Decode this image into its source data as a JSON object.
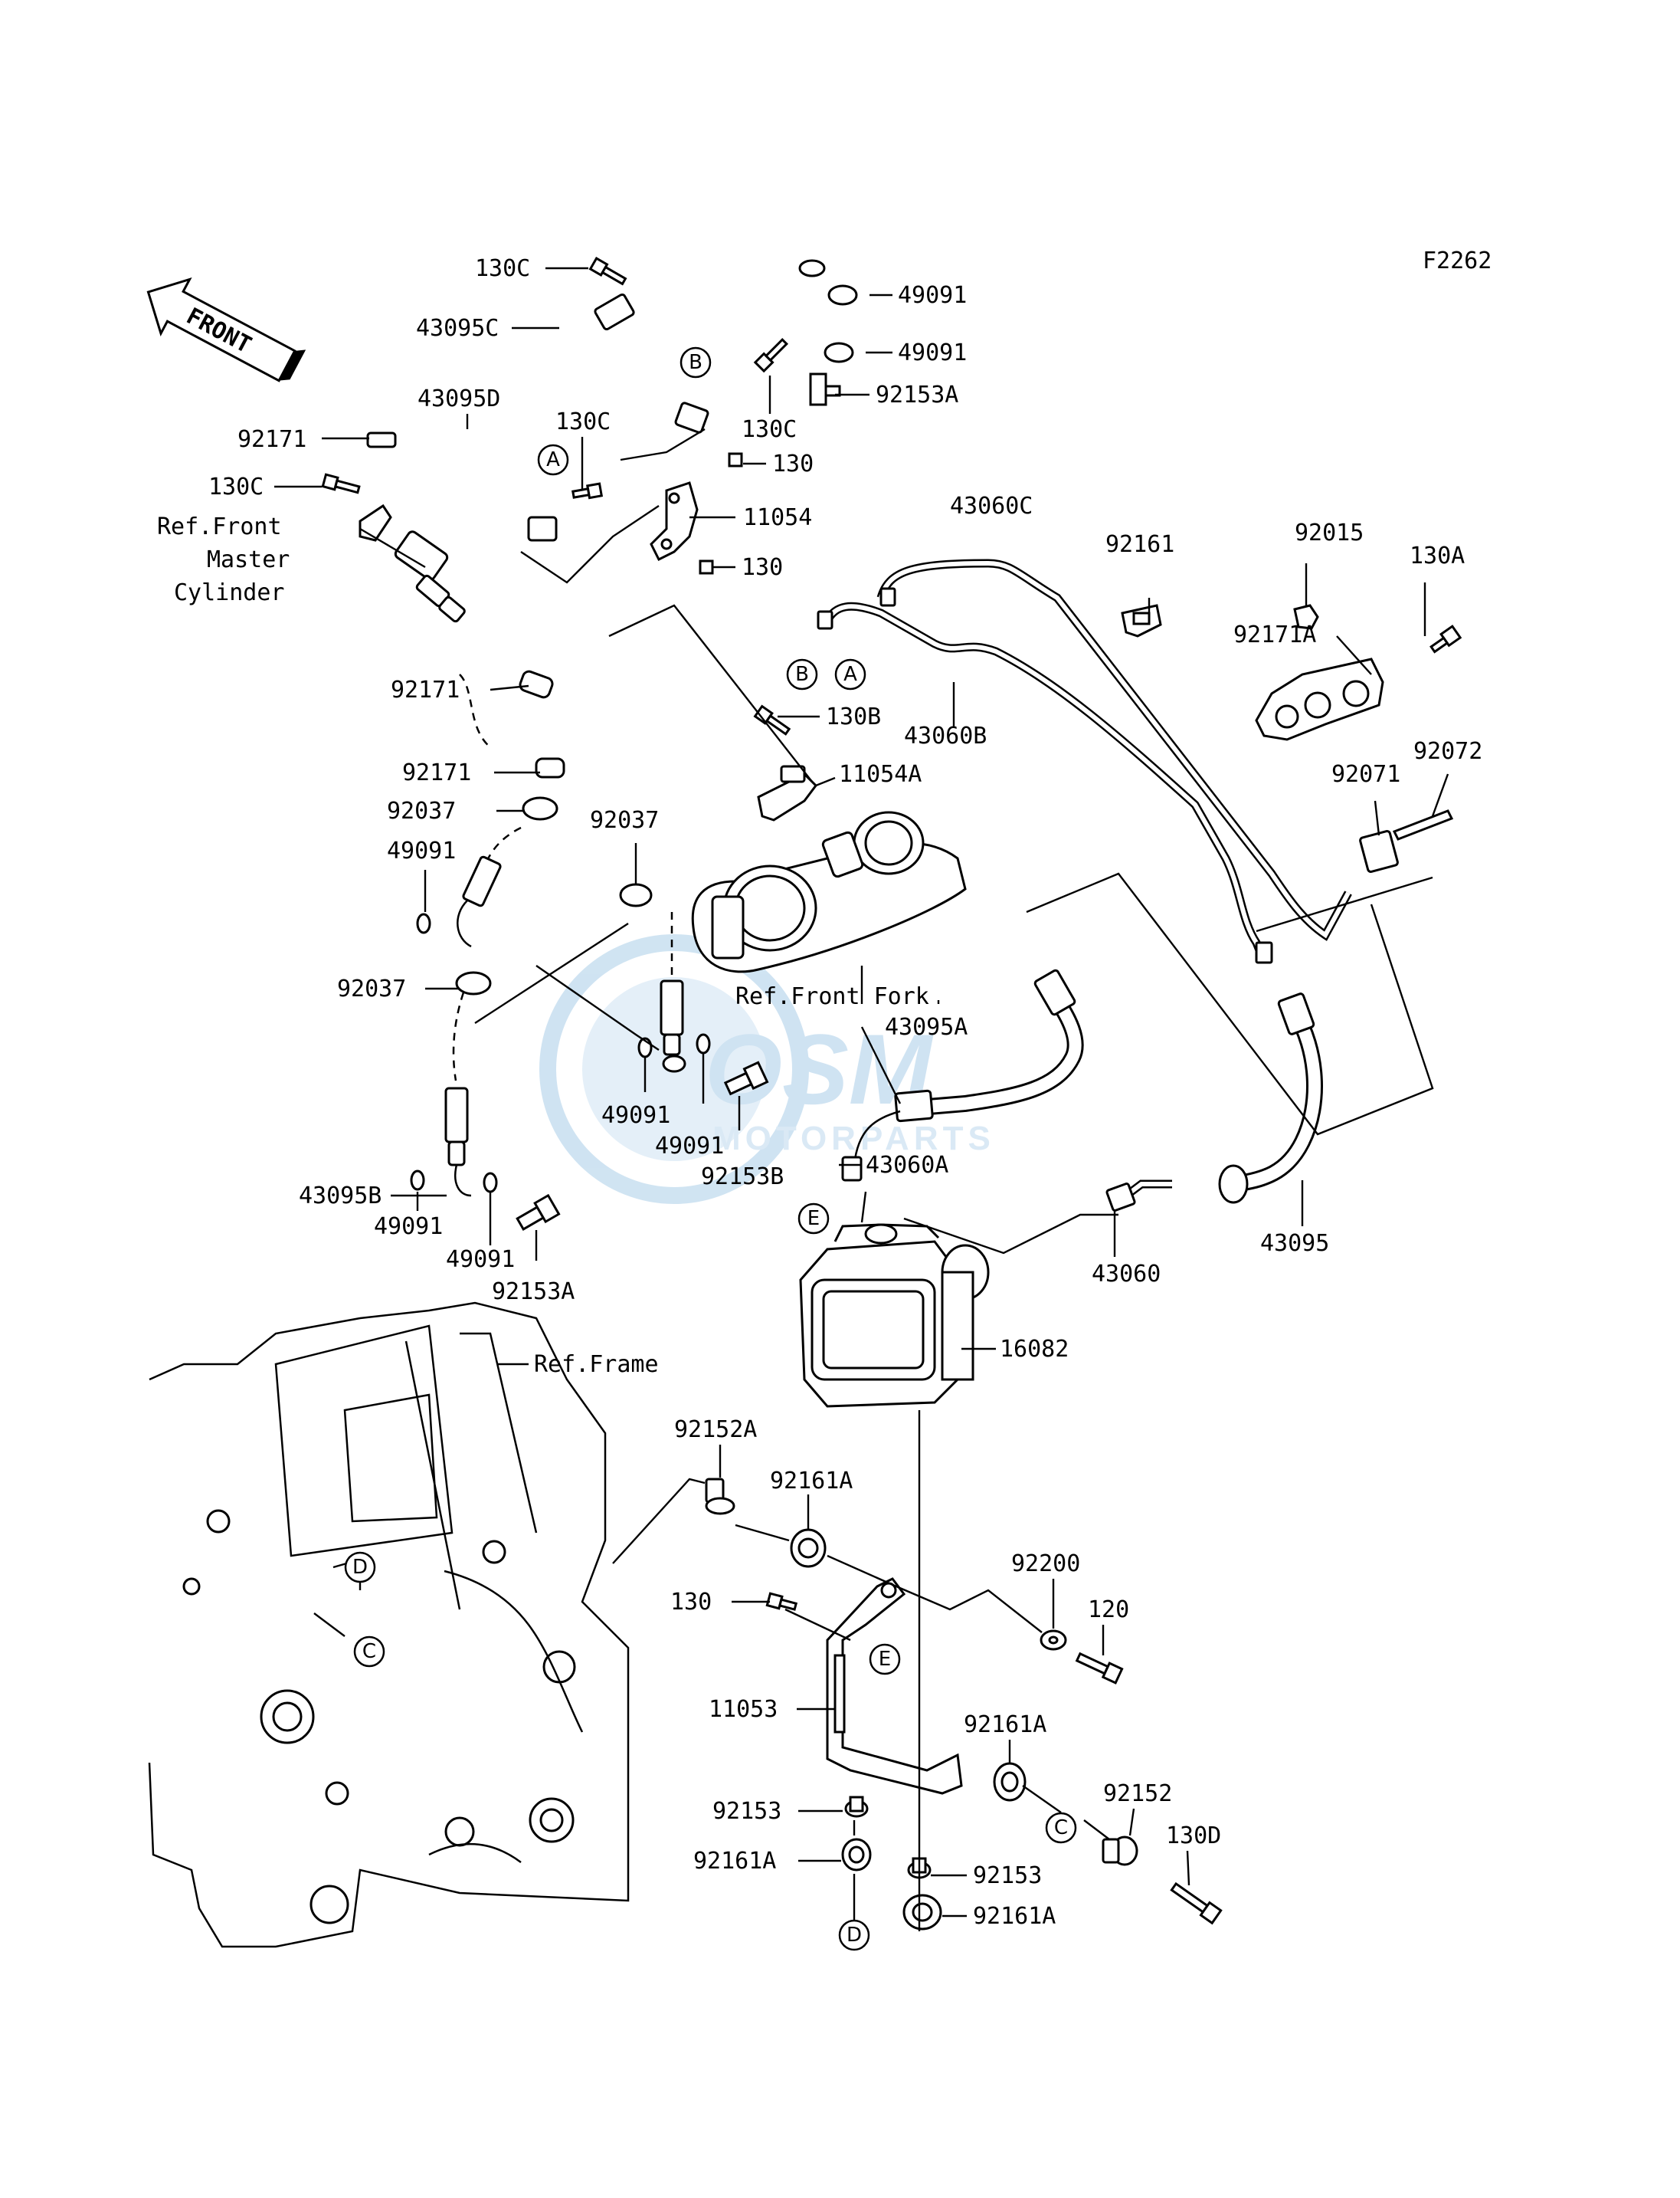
{
  "figure_code": "F2262",
  "front_label": "FRONT",
  "watermark": {
    "brand": "OSM",
    "sub": "MOTORPARTS",
    "color": "#a9cde8"
  },
  "labels": {
    "p130C_top": "130C",
    "p43095C": "43095C",
    "p49091_a": "49091",
    "p49091_b": "49091",
    "p92153A_top": "92153A",
    "p43095D": "43095D",
    "p130C_mid": "130C",
    "p130C_r": "130C",
    "p92171_top": "92171",
    "p130_a": "130",
    "p130C_left": "130C",
    "p11054": "11054",
    "p130_b": "130",
    "p43060C": "43060C",
    "p92161": "92161",
    "p92015": "92015",
    "p130A": "130A",
    "p92171A": "92171A",
    "p92171_mid": "92171",
    "p130B": "130B",
    "p43060B": "43060B",
    "p92072": "92072",
    "p92071": "92071",
    "p11054A": "11054A",
    "p92171_low": "92171",
    "p92037_a": "92037",
    "p92037_b": "92037",
    "p49091_c": "49091",
    "p92037_c": "92037",
    "p43095A": "43095A",
    "p49091_d": "49091",
    "p49091_e": "49091",
    "p92153B": "92153B",
    "p43060A": "43060A",
    "p43095B": "43095B",
    "p49091_f": "49091",
    "p49091_g": "49091",
    "p92153A_low": "92153A",
    "p43060": "43060",
    "p43095": "43095",
    "p16082": "16082",
    "p92152A": "92152A",
    "p92161A_a": "92161A",
    "p92200": "92200",
    "p130_c": "130",
    "p120": "120",
    "p11053": "11053",
    "p92161A_b": "92161A",
    "p92152": "92152",
    "p130D": "130D",
    "p92153_a": "92153",
    "p92161A_c": "92161A",
    "p92153_b": "92153",
    "p92161A_d": "92161A"
  },
  "refs": {
    "master_l1": "Ref.Front",
    "master_l2": "Master",
    "master_l3": "Cylinder",
    "fork": "Ref.Front Fork",
    "frame": "Ref.Frame"
  },
  "callouts": {
    "A1": "A",
    "B1": "B",
    "B2": "B",
    "A2": "A",
    "E1": "E",
    "D1": "D",
    "C1": "C",
    "E2": "E",
    "C2": "C",
    "D2": "D"
  }
}
